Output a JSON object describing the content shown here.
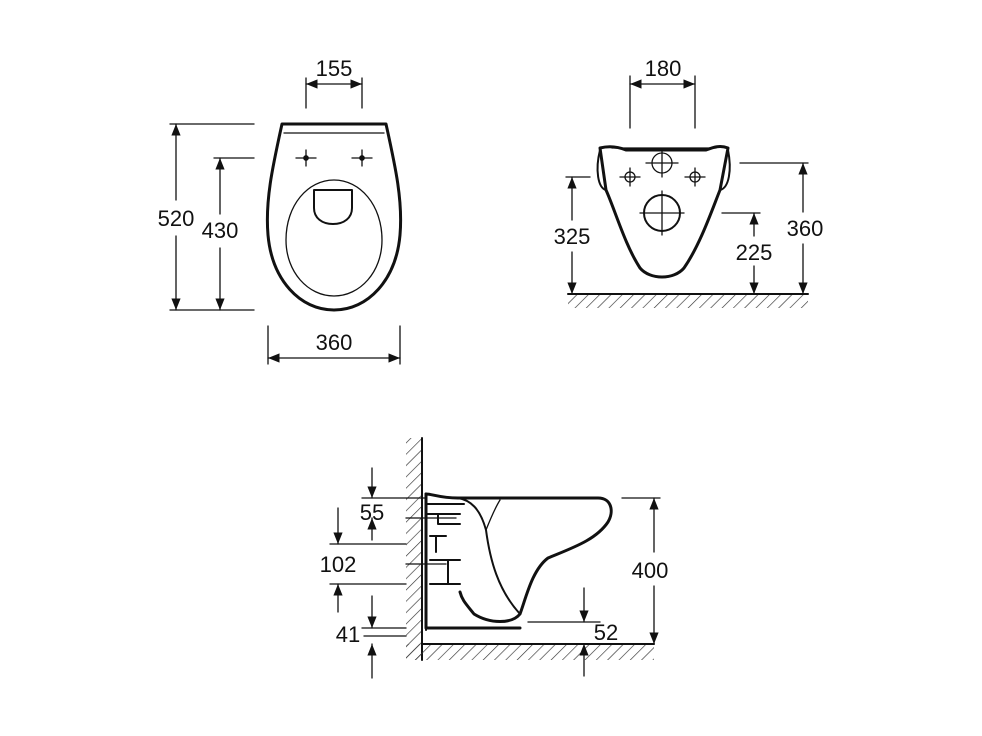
{
  "drawing": {
    "top_view": {
      "dim_width_mounting": "155",
      "dim_length_total": "520",
      "dim_length_bowl": "430",
      "dim_width_total": "360"
    },
    "rear_view": {
      "dim_width_mounting": "180",
      "dim_height_bolt": "325",
      "dim_height_drain": "225",
      "dim_height_total": "360"
    },
    "side_view": {
      "dim_top": "55",
      "dim_middle": "102",
      "dim_bottom": "41",
      "dim_height": "400",
      "dim_outlet": "52"
    }
  }
}
